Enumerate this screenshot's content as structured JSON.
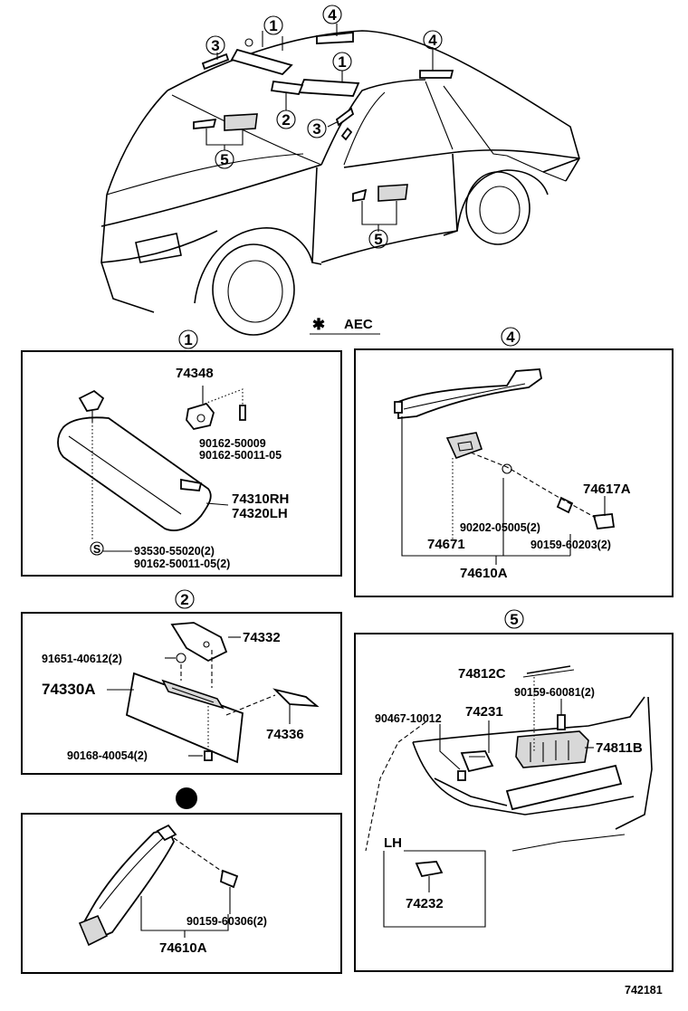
{
  "header": {
    "aec_label": "AEC"
  },
  "car_callouts": {
    "c1a": "1",
    "c1b": "1",
    "c2": "2",
    "c3a": "3",
    "c3b": "3",
    "c4a": "4",
    "c4b": "4",
    "c5a": "5",
    "c5b": "5"
  },
  "panel1": {
    "number": "1",
    "p74348": "74348",
    "p90162_50009": "90162-50009",
    "p90162_50011_05": "90162-50011-05",
    "p74310": "74310RH",
    "p74320": "74320LH",
    "p93530": "93530-55020(2)",
    "p90162_b": "90162-50011-05(2)"
  },
  "panel2": {
    "number": "2",
    "p74332": "74332",
    "p91651": "91651-40612(2)",
    "p74330a": "74330A",
    "p74336": "74336",
    "p90168": "90168-40054(2)"
  },
  "panel3": {
    "p90159_60306": "90159-60306(2)",
    "p74610a": "74610A"
  },
  "panel4": {
    "number": "4",
    "p74617a": "74617A",
    "p90202": "90202-05005(2)",
    "p74671": "74671",
    "p90159_60203": "90159-60203(2)",
    "p74610a": "74610A"
  },
  "panel5": {
    "number": "5",
    "p74812c": "74812C",
    "p90159_60081": "90159-60081(2)",
    "p90467": "90467-10012",
    "p74231": "74231",
    "p74811b": "74811B",
    "lh_label": "LH",
    "p74232": "74232"
  },
  "footer": {
    "diagram_id": "742181"
  }
}
